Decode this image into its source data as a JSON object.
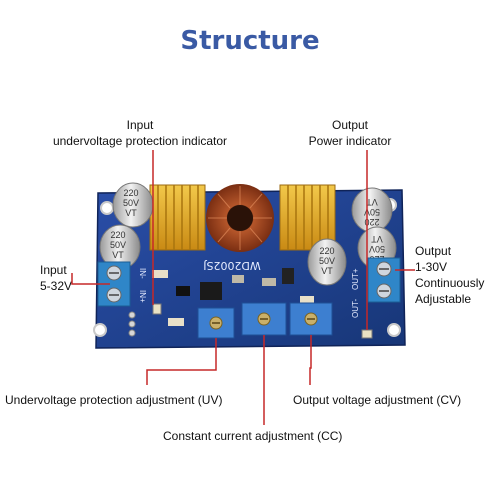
{
  "title": "Structure",
  "labels": {
    "input_uv_indicator": [
      "Input",
      "undervoltage protection indicator"
    ],
    "output_power_indicator": [
      "Output",
      "Power indicator"
    ],
    "input": [
      "Input",
      "5-32V"
    ],
    "output": [
      "Output",
      "1-30V",
      "Continuously",
      "Adjustable"
    ],
    "uv_adjust": "Undervoltage protection adjustment (UV)",
    "cv_adjust": "Output voltage adjustment (CV)",
    "cc_adjust": "Constant current adjustment (CC)"
  },
  "board_markings": {
    "chip": "WD2002SJ",
    "cap_text": [
      "220",
      "50V",
      "VT"
    ],
    "in_minus": "IN-",
    "in_plus": "IN+",
    "out_plus": "OUT+",
    "out_minus": "OUT-"
  },
  "colors": {
    "title": "#3a5aa4",
    "leader_lines": "#c62828",
    "pcb": "#1f3f8f",
    "heatsink": "#e0a92a",
    "terminal": "#2f86c8",
    "trimpot": "#3d7fd0"
  }
}
